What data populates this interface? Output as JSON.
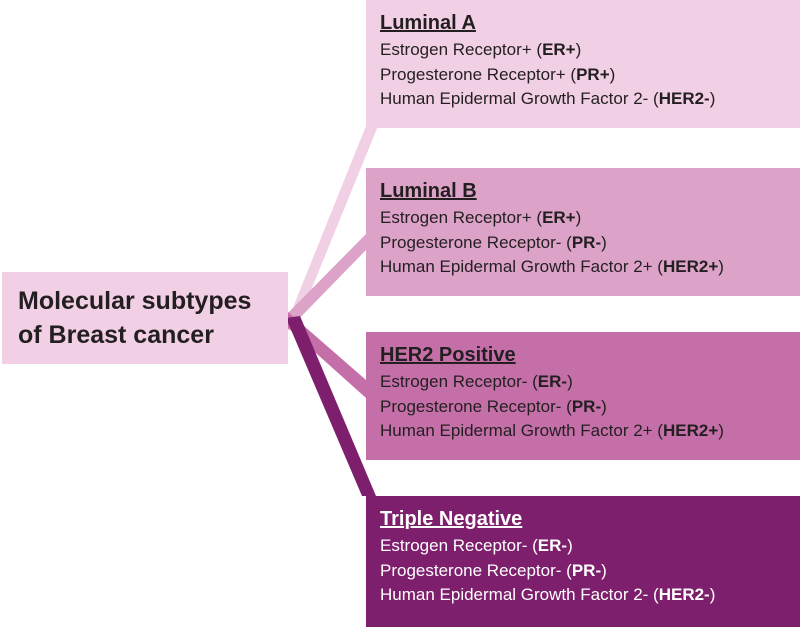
{
  "root": {
    "title_line1": "Molecular subtypes",
    "title_line2": "of Breast cancer"
  },
  "subtypes": [
    {
      "title": "Luminal A",
      "color": "#f1cfe4",
      "text_color": "#231f20",
      "lines": [
        {
          "text": "Estrogen Receptor+ (",
          "bold": "ER+",
          "tail": ")"
        },
        {
          "text": "Progesterone Receptor+ (",
          "bold": "PR+",
          "tail": ")"
        },
        {
          "text": "Human Epidermal Growth Factor 2- (",
          "bold": "HER2-",
          "tail": ")"
        }
      ]
    },
    {
      "title": "Luminal B",
      "color": "#dca2c8",
      "text_color": "#231f20",
      "lines": [
        {
          "text": "Estrogen Receptor+ (",
          "bold": "ER+",
          "tail": ")"
        },
        {
          "text": "Progesterone Receptor- (",
          "bold": "PR-",
          "tail": ")"
        },
        {
          "text": "Human Epidermal Growth Factor 2+ (",
          "bold": "HER2+",
          "tail": ")"
        }
      ]
    },
    {
      "title": "HER2 Positive",
      "color": "#c46fa8",
      "text_color": "#231f20",
      "lines": [
        {
          "text": "Estrogen Receptor- (",
          "bold": "ER-",
          "tail": ")"
        },
        {
          "text": "Progesterone Receptor- (",
          "bold": "PR-",
          "tail": ")"
        },
        {
          "text": "Human Epidermal Growth Factor 2+ (",
          "bold": "HER2+",
          "tail": ")"
        }
      ]
    },
    {
      "title": "Triple Negative",
      "color": "#7d1f6c",
      "text_color": "#ffffff",
      "lines": [
        {
          "text": "Estrogen Receptor- (",
          "bold": "ER-",
          "tail": ")"
        },
        {
          "text": "Progesterone Receptor- (",
          "bold": "PR-",
          "tail": ")"
        },
        {
          "text": "Human Epidermal Growth Factor 2- (",
          "bold": "HER2-",
          "tail": ")"
        }
      ]
    }
  ]
}
